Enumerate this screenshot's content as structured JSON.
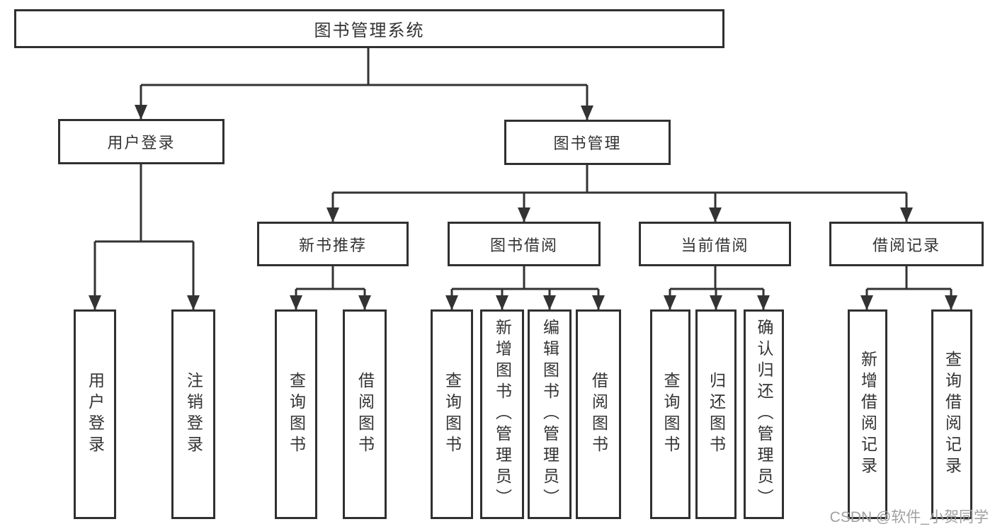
{
  "tree": {
    "root": "图书管理系统",
    "children": [
      {
        "label": "用户登录",
        "children": [
          "用户登录",
          "注销登录"
        ]
      },
      {
        "label": "图书管理",
        "children": [
          {
            "label": "新书推荐",
            "children": [
              "查询图书",
              "借阅图书"
            ]
          },
          {
            "label": "图书借阅",
            "children": [
              "查询图书",
              "新增图书（管理员）",
              "编辑图书（管理员）",
              "借阅图书"
            ]
          },
          {
            "label": "当前借阅",
            "children": [
              "查询图书",
              "归还图书",
              "确认归还（管理员）"
            ]
          },
          {
            "label": "借阅记录",
            "children": [
              "新增借阅记录",
              "查询借阅记录"
            ]
          }
        ]
      }
    ]
  },
  "watermark": "CSDN @软件_小贺同学",
  "colors": {
    "line": "#333333",
    "box_border": "#303030",
    "text": "#333333",
    "watermark": "#a0a0a0",
    "background": "#ffffff"
  }
}
